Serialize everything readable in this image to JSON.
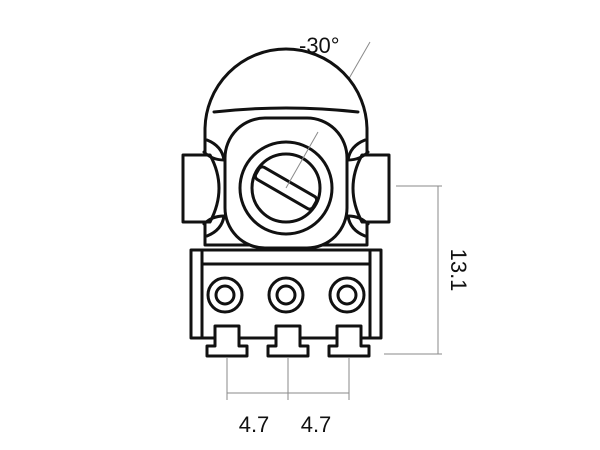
{
  "diagram": {
    "angle_label": "-30°",
    "height_label": "13.1",
    "pitch_left_label": "4.7",
    "pitch_right_label": "4.7"
  },
  "colors": {
    "outline": "#111111",
    "dimension_line": "#8a8a8a",
    "background": "#ffffff"
  }
}
